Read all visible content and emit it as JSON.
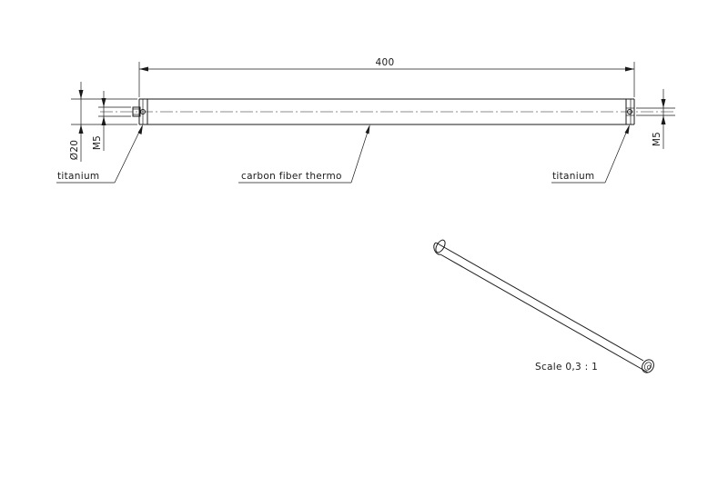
{
  "dimensions": {
    "length": "400",
    "diameter": "Ø20",
    "thread_left": "M5",
    "thread_right": "M5"
  },
  "labels": {
    "left_end": "titanium",
    "tube": "carbon fiber thermo",
    "right_end": "titanium"
  },
  "scale_note": "Scale 0,3 : 1"
}
